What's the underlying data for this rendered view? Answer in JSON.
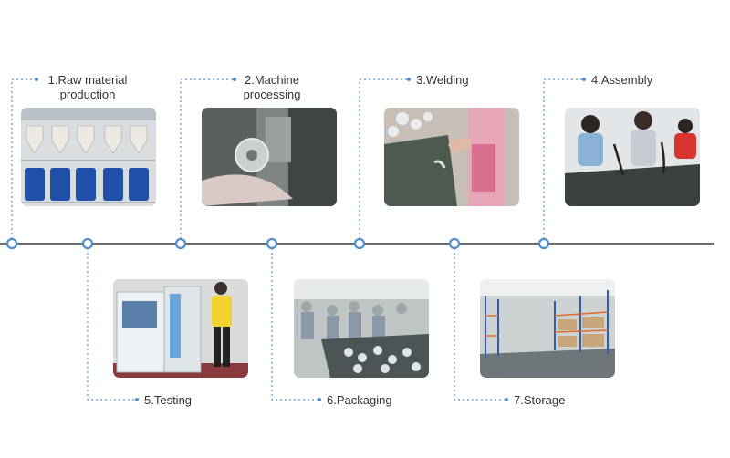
{
  "steps": [
    {
      "label_line1": "1.Raw material",
      "label_line2": "production",
      "photo_icon": "raw-material-photo"
    },
    {
      "label_line1": "2.Machine",
      "label_line2": "processing",
      "photo_icon": "machine-photo"
    },
    {
      "label_line1": "3.Welding",
      "label_line2": "",
      "photo_icon": "welding-photo"
    },
    {
      "label_line1": "4.Assembly",
      "label_line2": "",
      "photo_icon": "assembly-photo"
    },
    {
      "label_line1": "5.Testing",
      "label_line2": "",
      "photo_icon": "testing-photo"
    },
    {
      "label_line1": "6.Packaging",
      "label_line2": "",
      "photo_icon": "packaging-photo"
    },
    {
      "label_line1": "7.Storage",
      "label_line2": "",
      "photo_icon": "storage-photo"
    }
  ],
  "colors": {
    "timeline": "#333333",
    "connector": "#4f8fd0",
    "node": "#4f8fd0"
  }
}
